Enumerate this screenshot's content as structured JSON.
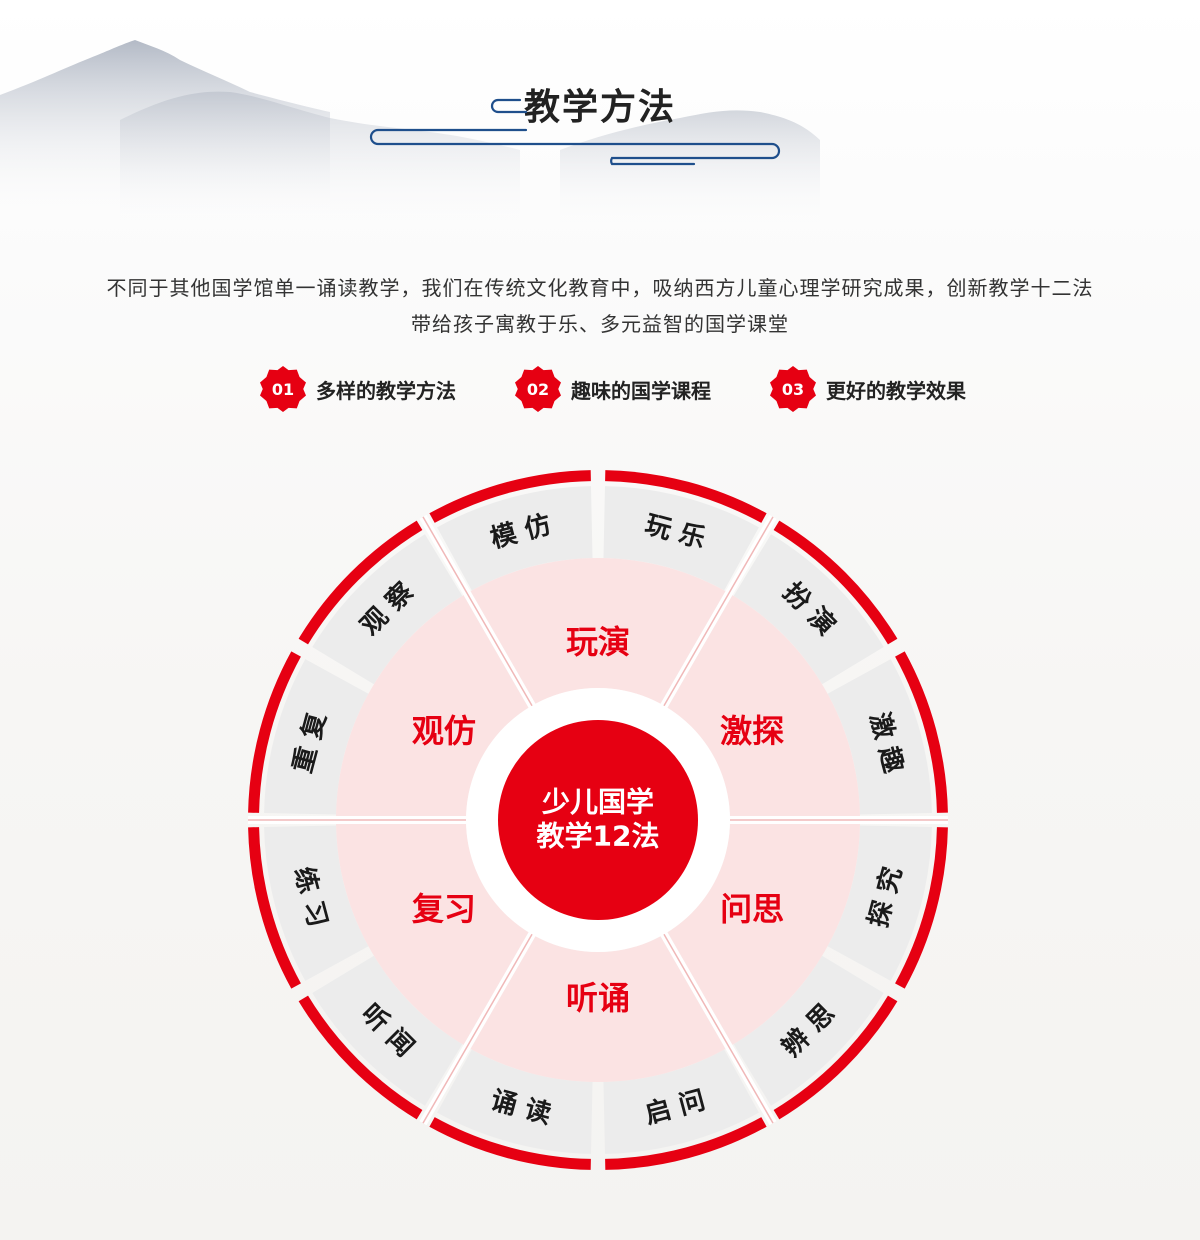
{
  "header": {
    "title": "教学方法"
  },
  "intro": {
    "line1": "不同于其他国学馆单一诵读教学，我们在传统文化教育中，吸纳西方儿童心理学研究成果，创新教学十二法",
    "line2": "带给孩子寓教于乐、多元益智的国学课堂"
  },
  "features": [
    {
      "num": "01",
      "label": "多样的教学方法"
    },
    {
      "num": "02",
      "label": "趣味的国学课程"
    },
    {
      "num": "03",
      "label": "更好的教学效果"
    }
  ],
  "wheel": {
    "center_line1": "少儿国学",
    "center_line2": "教学12法",
    "inner": [
      "玩演",
      "激探",
      "问思",
      "听诵",
      "复习",
      "观仿"
    ],
    "outer": [
      "玩乐",
      "扮演",
      "激趣",
      "探究",
      "辨思",
      "启问",
      "诵读",
      "听闻",
      "练习",
      "重复",
      "观察",
      "模仿"
    ]
  },
  "colors": {
    "accent_red": "#e60012",
    "inner_pink": "#fbe3e3",
    "outer_gray": "#ececec",
    "ornament_blue": "#1f4f8c"
  }
}
